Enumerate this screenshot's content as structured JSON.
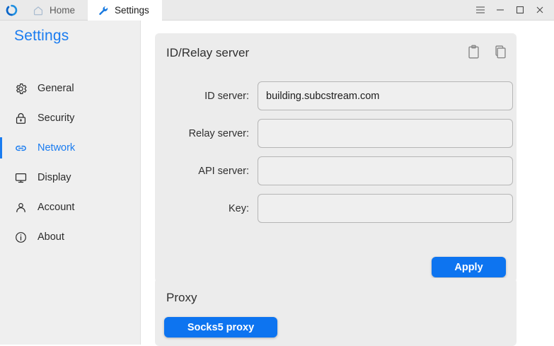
{
  "window": {
    "logo_icon": "refresh-circle-logo",
    "tabs": [
      {
        "label": "Home",
        "icon": "home-icon",
        "active": false
      },
      {
        "label": "Settings",
        "icon": "wrench-icon",
        "active": true
      }
    ],
    "controls": [
      {
        "name": "menu-button",
        "icon": "hamburger-icon"
      },
      {
        "name": "minimize-button",
        "icon": "minimize-icon"
      },
      {
        "name": "maximize-button",
        "icon": "maximize-icon"
      },
      {
        "name": "close-button",
        "icon": "close-icon"
      }
    ]
  },
  "sidebar": {
    "title": "Settings",
    "items": [
      {
        "label": "General",
        "icon": "gear-icon"
      },
      {
        "label": "Security",
        "icon": "lock-icon"
      },
      {
        "label": "Network",
        "icon": "link-icon"
      },
      {
        "label": "Display",
        "icon": "monitor-icon"
      },
      {
        "label": "Account",
        "icon": "person-icon"
      },
      {
        "label": "About",
        "icon": "info-icon"
      }
    ],
    "active_index": 2
  },
  "main": {
    "id_relay": {
      "title": "ID/Relay server",
      "actions": [
        {
          "name": "paste-button",
          "icon": "clipboard-icon"
        },
        {
          "name": "copy-button",
          "icon": "copy-icon"
        }
      ],
      "fields": [
        {
          "label": "ID server:",
          "value": "building.subcstream.com",
          "placeholder": ""
        },
        {
          "label": "Relay server:",
          "value": "",
          "placeholder": ""
        },
        {
          "label": "API server:",
          "value": "",
          "placeholder": ""
        },
        {
          "label": "Key:",
          "value": "",
          "placeholder": ""
        }
      ],
      "apply_label": "Apply"
    },
    "proxy": {
      "title": "Proxy",
      "socks5_label": "Socks5 proxy"
    }
  },
  "colors": {
    "accent": "#0d74f0",
    "sidebar_active": "#1a7cf0",
    "card_bg": "#ececec",
    "sidebar_bg": "#efefef"
  }
}
